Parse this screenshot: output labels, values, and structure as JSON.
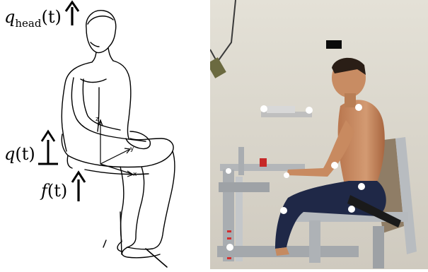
{
  "labels": {
    "qhead": {
      "var": "q",
      "sub": "head",
      "arg": "(t)"
    },
    "q": {
      "var": "q",
      "arg": "(t)"
    },
    "f": {
      "var": "f",
      "arg": "(t)"
    }
  },
  "axes": {
    "z": "z",
    "y": "y",
    "x": "x"
  },
  "colors": {
    "ink": "#000000",
    "wall": "#d9d6cc",
    "skin": "#c98b64",
    "pants": "#1f2847",
    "frame": "#b9bcbf",
    "marker": "#ffffff"
  }
}
